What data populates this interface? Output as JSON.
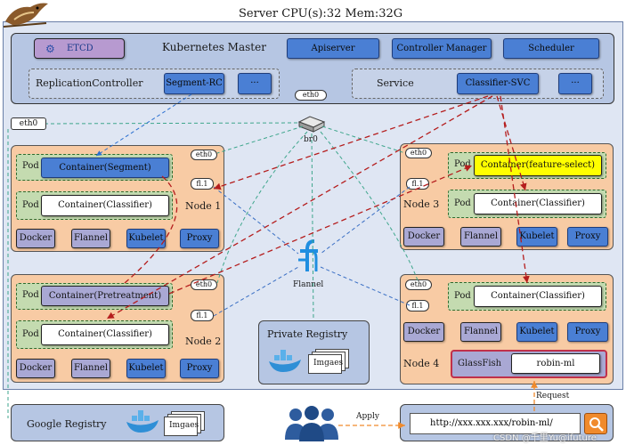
{
  "header": {
    "title": "Server CPU(s):32 Mem:32G"
  },
  "master": {
    "title": "Kubernetes Master",
    "etcd": "ETCD",
    "apiserver": "Apiserver",
    "controller_manager": "Controller Manager",
    "scheduler": "Scheduler",
    "replication_controller": "ReplicationController",
    "segment_rc": "Segment-RC",
    "service": "Service",
    "classifier_svc": "Classifier-SVC",
    "more": "···"
  },
  "network": {
    "eth0_left": "eth0",
    "eth0_bridge": "eth0",
    "bridge": "br0",
    "flannel": "Flannel"
  },
  "node1": {
    "name": "Node 1",
    "eth0": "eth0",
    "fl1": "fl.1",
    "pod1_label": "Pod",
    "pod1_container": "Container(Segment)",
    "pod2_label": "Pod",
    "pod2_container": "Container(Classifier)",
    "docker": "Docker",
    "flannel": "Flannel",
    "kubelet": "Kubelet",
    "proxy": "Proxy"
  },
  "node2": {
    "name": "Node 2",
    "eth0": "eth0",
    "fl1": "fl.1",
    "pod1_label": "Pod",
    "pod1_container": "Container(Pretreatment)",
    "pod2_label": "Pod",
    "pod2_container": "Container(Classifier)",
    "docker": "Docker",
    "flannel": "Flannel",
    "kubelet": "Kubelet",
    "proxy": "Proxy"
  },
  "node3": {
    "name": "Node 3",
    "eth0": "eth0",
    "fl1": "fl.1",
    "pod1_label": "Pod",
    "pod1_container": "Container(feature-select)",
    "pod2_label": "Pod",
    "pod2_container": "Container(Classifier)",
    "docker": "Docker",
    "flannel": "Flannel",
    "kubelet": "Kubelet",
    "proxy": "Proxy"
  },
  "node4": {
    "name": "Node 4",
    "eth0": "eth0",
    "fl1": "fl.1",
    "pod1_label": "Pod",
    "pod1_container": "Container(Classifier)",
    "docker": "Docker",
    "flannel": "Flannel",
    "kubelet": "Kubelet",
    "proxy": "Proxy",
    "glassfish": "GlassFish",
    "robin_ml": "robin-ml"
  },
  "private_registry": {
    "title": "Private Registry",
    "images": "Imgaes"
  },
  "google_registry": {
    "title": "Google Registry",
    "images": "Imgaes"
  },
  "client": {
    "apply": "Apply",
    "request": "Request",
    "url": "http://xxx.xxx.xxx/robin-ml/"
  },
  "watermark": "CSDN @千里Yu@ifuture",
  "colors": {
    "master_bg": "#b6c6e3",
    "node_bg": "#f8cba4",
    "button_blue": "#4a7fd4",
    "pod_green": "#c4dbb0",
    "service_purple": "#a9a8d4",
    "highlight_yellow": "#ffff00",
    "arrow_red": "#b51d1d",
    "line_teal": "#3ea68c"
  }
}
